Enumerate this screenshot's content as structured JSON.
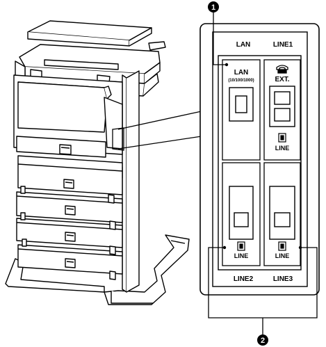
{
  "callouts": [
    "1",
    "2"
  ],
  "panel": {
    "header_left": "LAN",
    "header_right": "LINE1",
    "footer_left": "LINE2",
    "footer_right": "LINE3"
  },
  "ports": {
    "lan_title": "LAN",
    "lan_subtitle": "(10/100/1000)",
    "ext_label": "EXT.",
    "line_label": "LINE"
  },
  "icons": [
    "printer-illustration",
    "telephone-icon",
    "phone-jack-icon"
  ]
}
